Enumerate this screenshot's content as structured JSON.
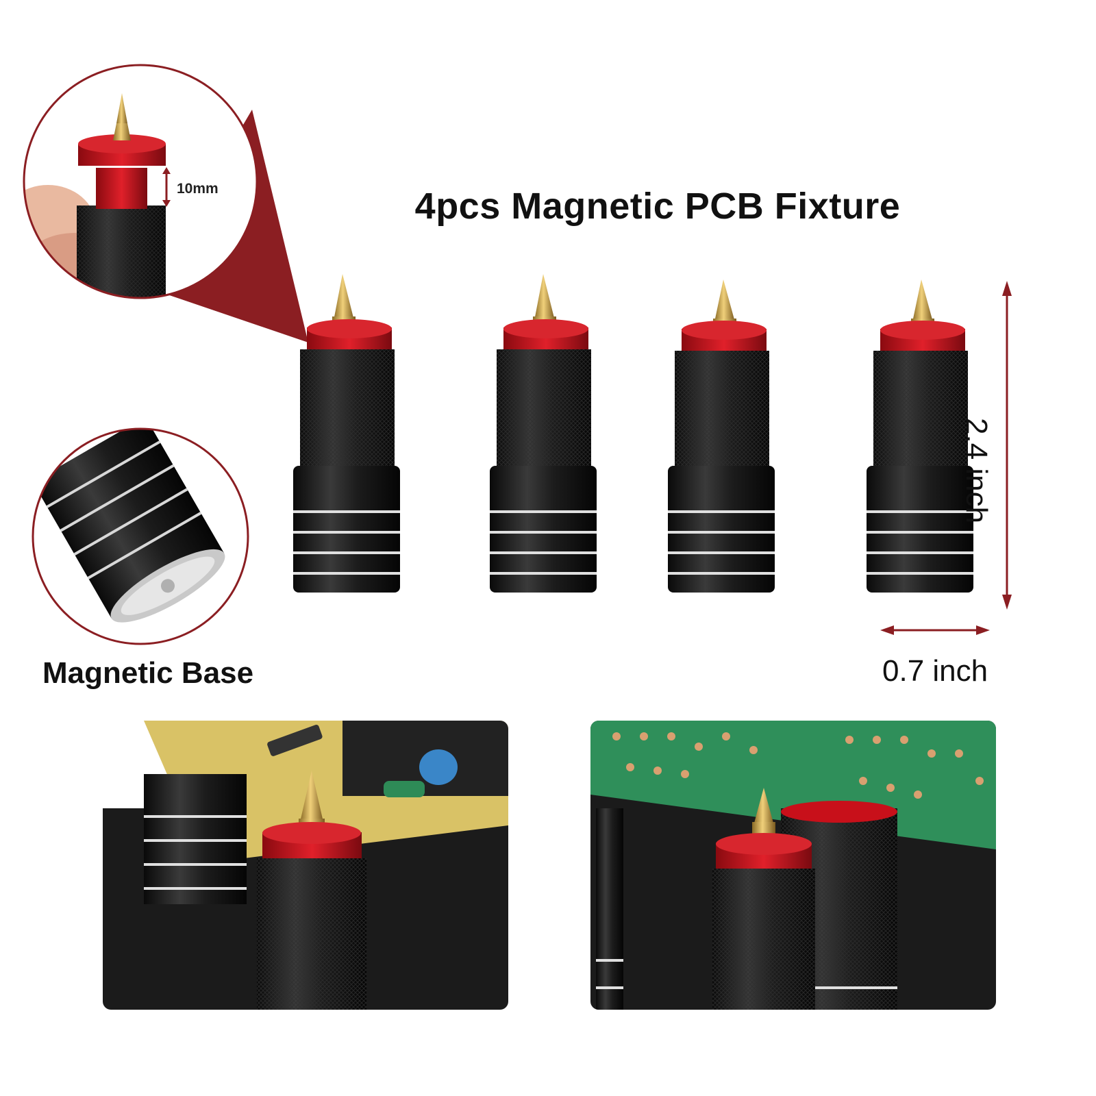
{
  "title": "4pcs Magnetic PCB Fixture",
  "magnetic_base_label": "Magnetic Base",
  "tip_height_label": "10mm",
  "height_label": "2.4 inch",
  "width_label": "0.7 inch",
  "colors": {
    "accent_red": "#8b1e22",
    "cap_red": "#c8101a",
    "brass": "#c9a24a",
    "body_black": "#141414",
    "pcb_green": "#2f8f5a",
    "pcb_yellow": "#d9c266"
  },
  "fixture_count": 4
}
